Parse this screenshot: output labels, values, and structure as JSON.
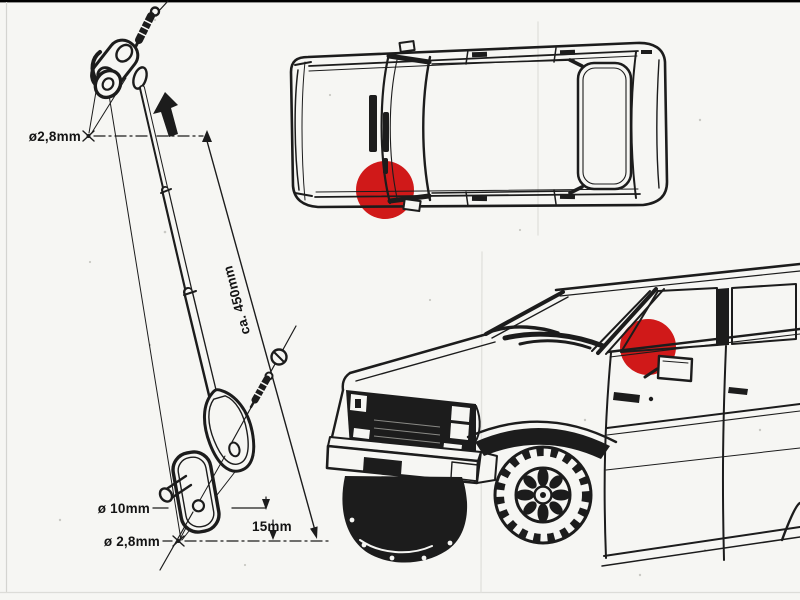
{
  "page": {
    "background_color": "#f6f6f3",
    "top_border_color": "#000000"
  },
  "diagram": {
    "marker_color": "#d01919",
    "ink_color": "#1c1c1c",
    "labels": {
      "upper_hole_diameter": "ø2,8mm",
      "mast_length": "ca. 450mm",
      "base_hole_diameter": "ø 10mm",
      "hole_offset": "15mm",
      "pilot_hole_diameter": "ø 2,8mm"
    }
  }
}
